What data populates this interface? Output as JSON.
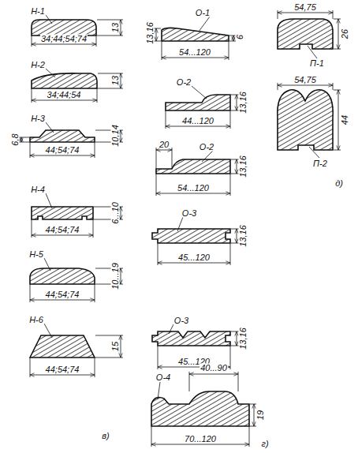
{
  "diagram": {
    "labels": [
      "Н-1",
      "13",
      "34;44;54;74",
      "Н-2",
      "13",
      "34;44;54",
      "Н-3",
      "6,8",
      "10,14",
      "44;54;74",
      "Н-4",
      "6...10",
      "44;54;74",
      "Н-5",
      "10...19",
      "44;54;74",
      "Н-6",
      "15",
      "44;54;74",
      "в)",
      "О-1",
      "13,16",
      "6",
      "54...120",
      "О-2",
      "13,16",
      "44...120",
      "20",
      "О-2",
      "13,16",
      "54...120",
      "О-3",
      "13,16",
      "45...120",
      "О-3",
      "13,16",
      "45...120",
      "О-4",
      "40...90",
      "19",
      "70...120",
      "г)",
      "54,75",
      "26",
      "П-1",
      "54,75",
      "44",
      "П-2",
      "д)"
    ]
  }
}
